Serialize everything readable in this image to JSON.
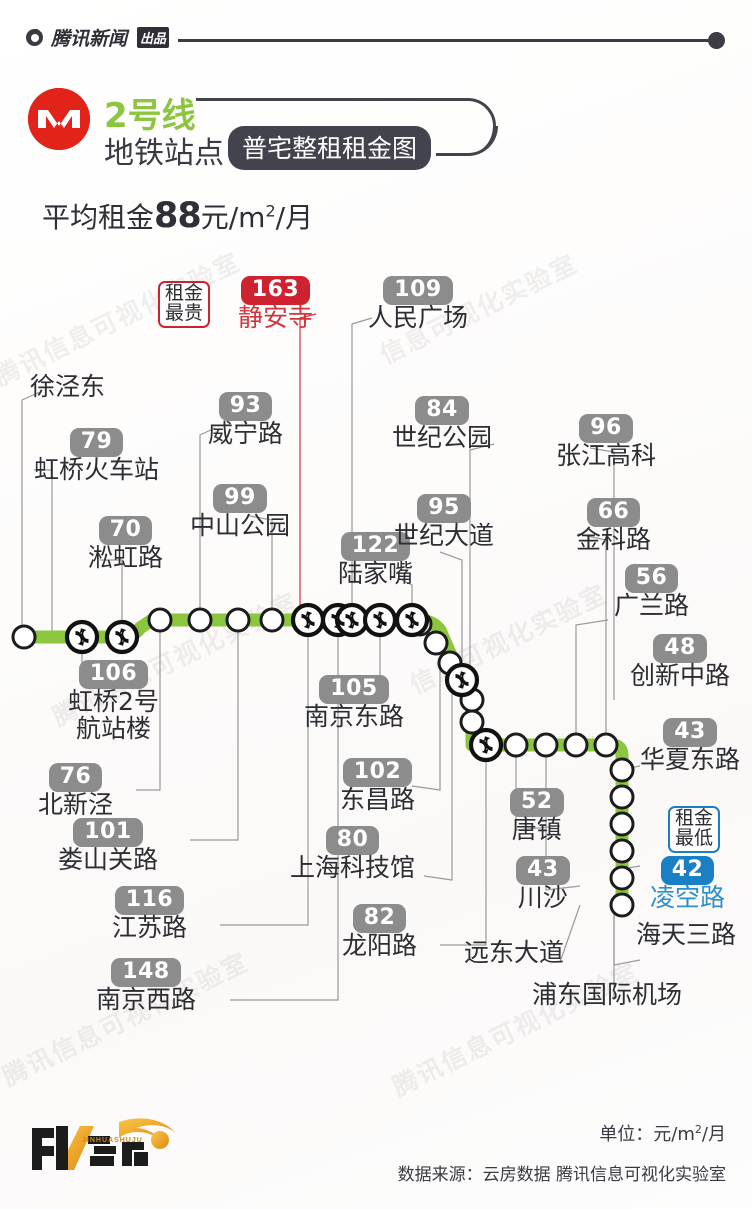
{
  "header": {
    "brand": "腾讯新闻",
    "tag": "出品",
    "brand_dot_icon": "tencent-news-logo-icon"
  },
  "title": {
    "line_name": "2号线",
    "subtitle": "地铁站点",
    "pill": "普宅整租租金图",
    "metro_logo_icon": "shanghai-metro-logo-icon",
    "average_prefix": "平均租金",
    "average_value": "88",
    "average_suffix_a": "元/m",
    "average_suffix_sup": "2",
    "average_suffix_b": "/月"
  },
  "flags": {
    "most_expensive_line1": "租金",
    "most_expensive_line2": "最贵",
    "cheapest_line1": "租金",
    "cheapest_line2": "最低"
  },
  "footer": {
    "unit_label": "单位：元/m",
    "unit_sup": "2",
    "unit_tail": "/月",
    "source": "数据来源：云房数据 腾讯信息可视化实验室",
    "brand_logo_icon": "caikanjian-logo-icon",
    "brand_logo_text": "财看见",
    "brand_logo_sub": "JINHUASHUJU"
  },
  "watermarks": [
    "腾讯信息可视化实验室",
    "信息可视化实验室",
    "腾讯信息可视化实验室",
    "信息可视化实验室",
    "腾讯信息可视化实验室",
    "腾讯信息可视化实验室"
  ],
  "colors": {
    "line_green": "#8cc63e",
    "badge_gray": "#8c8c8c",
    "badge_red": "#cf2230",
    "badge_blue": "#1b7fc4",
    "metro_red": "#e2231a",
    "ink": "#2d2d33"
  },
  "chart_data": {
    "type": "bar",
    "title": "2号线地铁站点 普宅整租租金图",
    "subtitle": "平均租金88元/m2/月",
    "unit": "元/m²/月",
    "ylabel": "租金",
    "xlabel": "地铁站点",
    "average": 88,
    "max": {
      "station": "静安寺",
      "value": 163,
      "flag": "租金最贵"
    },
    "min": {
      "station": "凌空路",
      "value": 42,
      "flag": "租金最低"
    },
    "categories": [
      "徐泾东",
      "虹桥火车站",
      "虹桥2号航站楼",
      "淞虹路",
      "北新泾",
      "威宁路",
      "娄山关路",
      "中山公园",
      "江苏路",
      "静安寺",
      "南京西路",
      "人民广场",
      "南京东路",
      "陆家嘴",
      "东昌路",
      "上海科技馆",
      "世纪大道",
      "世纪公园",
      "龙阳路",
      "张江高科",
      "金科路",
      "广兰路",
      "唐镇",
      "创新中路",
      "华夏东路",
      "川沙",
      "凌空路",
      "远东大道",
      "海天三路",
      "浦东国际机场"
    ],
    "values": [
      null,
      79,
      106,
      70,
      76,
      93,
      101,
      99,
      116,
      163,
      148,
      109,
      105,
      122,
      102,
      80,
      95,
      84,
      82,
      96,
      66,
      56,
      52,
      48,
      43,
      43,
      42,
      null,
      null,
      null
    ],
    "labeled_stations": [
      {
        "name": "徐泾东",
        "value": null
      },
      {
        "name": "虹桥火车站",
        "value": 79
      },
      {
        "name": "虹桥2号航站楼",
        "value": 106
      },
      {
        "name": "淞虹路",
        "value": 70
      },
      {
        "name": "北新泾",
        "value": 76
      },
      {
        "name": "威宁路",
        "value": 93
      },
      {
        "name": "娄山关路",
        "value": 101
      },
      {
        "name": "中山公园",
        "value": 99
      },
      {
        "name": "江苏路",
        "value": 116
      },
      {
        "name": "静安寺",
        "value": 163
      },
      {
        "name": "南京西路",
        "value": 148
      },
      {
        "name": "人民广场",
        "value": 109
      },
      {
        "name": "南京东路",
        "value": 105
      },
      {
        "name": "陆家嘴",
        "value": 122
      },
      {
        "name": "东昌路",
        "value": 102
      },
      {
        "name": "上海科技馆",
        "value": 80
      },
      {
        "name": "世纪大道",
        "value": 95
      },
      {
        "name": "世纪公园",
        "value": 84
      },
      {
        "name": "龙阳路",
        "value": 82
      },
      {
        "name": "张江高科",
        "value": 96
      },
      {
        "name": "金科路",
        "value": 66
      },
      {
        "name": "广兰路",
        "value": 56
      },
      {
        "name": "唐镇",
        "value": 52
      },
      {
        "name": "创新中路",
        "value": 48
      },
      {
        "name": "华夏东路",
        "value": 43
      },
      {
        "name": "川沙",
        "value": 43
      },
      {
        "name": "凌空路",
        "value": 42
      },
      {
        "name": "远东大道",
        "value": null
      },
      {
        "name": "海天三路",
        "value": null
      },
      {
        "name": "浦东国际机场",
        "value": null
      }
    ]
  },
  "labels": {
    "xujingdong": {
      "value": "",
      "name": "徐泾东"
    },
    "hongqiaotrain": {
      "value": "79",
      "name": "虹桥火车站"
    },
    "hongqiao2": {
      "value": "106",
      "name": "虹桥2号",
      "name2": "航站楼"
    },
    "songhonglu": {
      "value": "70",
      "name": "淞虹路"
    },
    "beixinjing": {
      "value": "76",
      "name": "北新泾"
    },
    "weininglu": {
      "value": "93",
      "name": "威宁路"
    },
    "loushanguan": {
      "value": "101",
      "name": "娄山关路"
    },
    "zhongshan": {
      "value": "99",
      "name": "中山公园"
    },
    "jiangsulu": {
      "value": "116",
      "name": "江苏路"
    },
    "jingansi": {
      "value": "163",
      "name": "静安寺"
    },
    "nanjingxilu": {
      "value": "148",
      "name": "南京西路"
    },
    "renminguang": {
      "value": "109",
      "name": "人民广场"
    },
    "nanjingdonglu": {
      "value": "105",
      "name": "南京东路"
    },
    "lujiazui": {
      "value": "122",
      "name": "陆家嘴"
    },
    "dongchanglu": {
      "value": "102",
      "name": "东昌路"
    },
    "kejiguan": {
      "value": "80",
      "name": "上海科技馆"
    },
    "shijidadao": {
      "value": "95",
      "name": "世纪大道"
    },
    "shijigongyuan": {
      "value": "84",
      "name": "世纪公园"
    },
    "longyanglu": {
      "value": "82",
      "name": "龙阳路"
    },
    "zhangjiang": {
      "value": "96",
      "name": "张江高科"
    },
    "jinkelu": {
      "value": "66",
      "name": "金科路"
    },
    "guanglanlu": {
      "value": "56",
      "name": "广兰路"
    },
    "tangzhen": {
      "value": "52",
      "name": "唐镇"
    },
    "chuangxin": {
      "value": "48",
      "name": "创新中路"
    },
    "huaxiadonglu": {
      "value": "43",
      "name": "华夏东路"
    },
    "chuansha": {
      "value": "43",
      "name": "川沙"
    },
    "lingkonglu": {
      "value": "42",
      "name": "凌空路"
    },
    "yuandongdadao": {
      "value": "",
      "name": "远东大道"
    },
    "haitiansanlu": {
      "value": "",
      "name": "海天三路"
    },
    "pudongairport": {
      "value": "",
      "name": "浦东国际机场"
    }
  }
}
